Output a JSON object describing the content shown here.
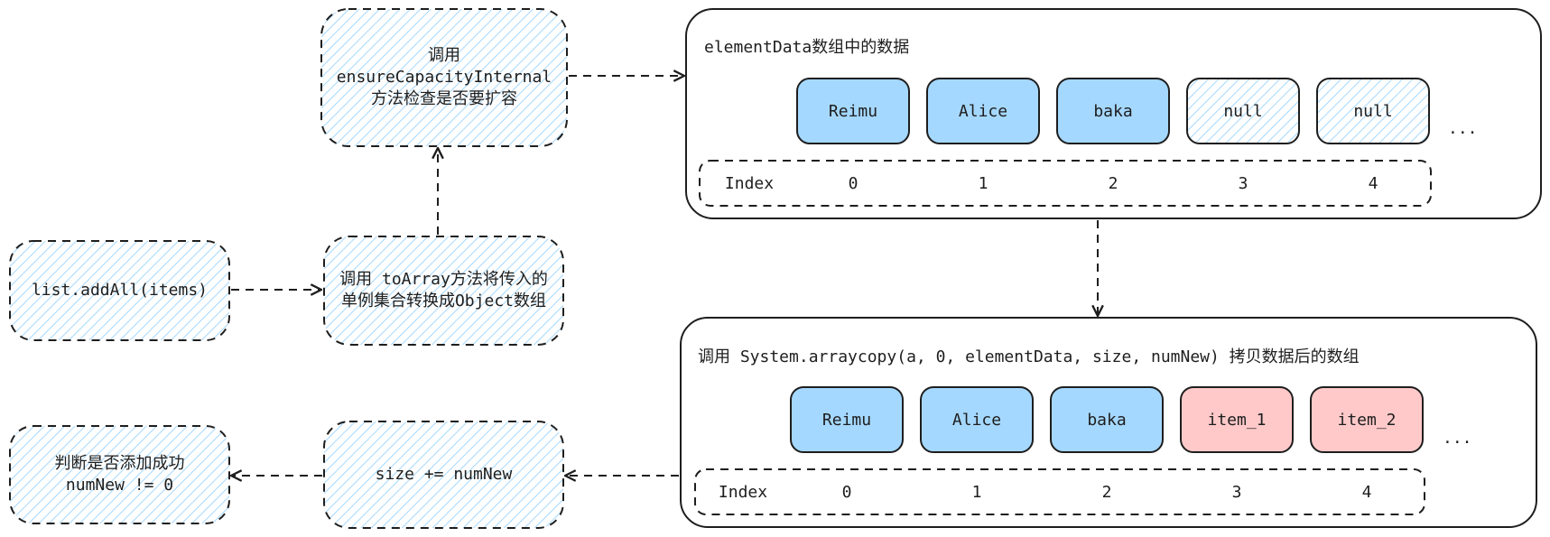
{
  "colors": {
    "stroke": "#1e1e1e",
    "hatch": "#a5d8ff",
    "blue_fill": "#a5d8ff",
    "red_fill": "#ffc9c9",
    "background": "#ffffff"
  },
  "steps": {
    "add_all": "list.addAll(items)",
    "to_array": "调用 toArray方法将传入的\n单例集合转换成Object数组",
    "ensure_capacity": "调用\nensureCapacityInternal\n方法检查是否要扩容",
    "size_update": "size += numNew",
    "check_success": "判断是否添加成功\nnumNew != 0"
  },
  "top_panel": {
    "title": "elementData数组中的数据",
    "cells": [
      {
        "label": "Reimu",
        "style": "filled-blue"
      },
      {
        "label": "Alice",
        "style": "filled-blue"
      },
      {
        "label": "baka",
        "style": "filled-blue"
      },
      {
        "label": "null",
        "style": "hatched"
      },
      {
        "label": "null",
        "style": "hatched"
      }
    ],
    "ellipsis": "...",
    "index_label": "Index",
    "indices": [
      "0",
      "1",
      "2",
      "3",
      "4"
    ]
  },
  "bottom_panel": {
    "title": "调用 System.arraycopy(a, 0, elementData, size, numNew) 拷贝数据后的数组",
    "cells": [
      {
        "label": "Reimu",
        "style": "filled-blue"
      },
      {
        "label": "Alice",
        "style": "filled-blue"
      },
      {
        "label": "baka",
        "style": "filled-blue"
      },
      {
        "label": "item_1",
        "style": "filled-red"
      },
      {
        "label": "item_2",
        "style": "filled-red"
      }
    ],
    "ellipsis": "...",
    "index_label": "Index",
    "indices": [
      "0",
      "1",
      "2",
      "3",
      "4"
    ]
  }
}
